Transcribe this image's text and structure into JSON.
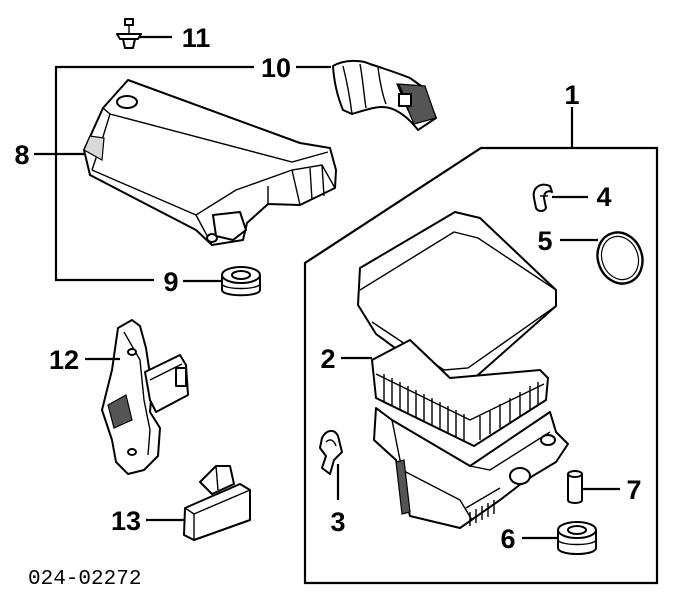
{
  "diagram": {
    "callouts": {
      "c1": "1",
      "c2": "2",
      "c3": "3",
      "c4": "4",
      "c5": "5",
      "c6": "6",
      "c7": "7",
      "c8": "8",
      "c9": "9",
      "c10": "10",
      "c11": "11",
      "c12": "12",
      "c13": "13"
    },
    "reference_code": "024-02272"
  }
}
